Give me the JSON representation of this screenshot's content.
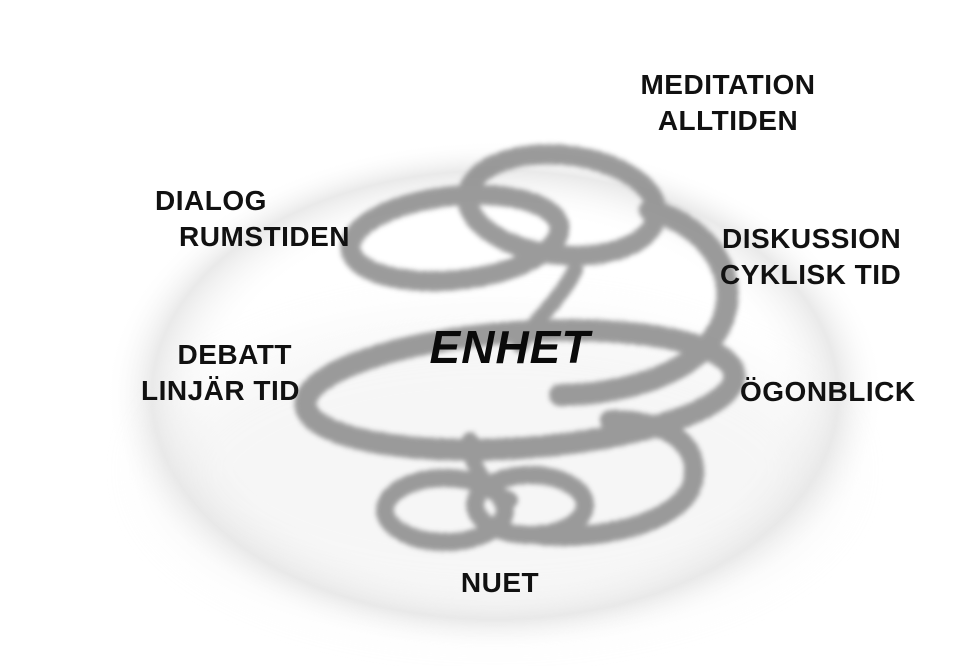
{
  "diagram": {
    "center": "ENHET",
    "labels": {
      "meditation": [
        "MEDITATION",
        "ALLTIDEN"
      ],
      "dialog": [
        "DIALOG",
        "RUMSTIDEN"
      ],
      "diskussion": [
        "DISKUSSION",
        "CYKLISK TID"
      ],
      "debatt": [
        "DEBATT",
        "LINJÄR TID"
      ],
      "ogonblick": [
        "ÖGONBLICK"
      ],
      "nuet": [
        "NUET"
      ]
    },
    "colors": {
      "loop": "#8a8a8a",
      "sphere_shadow": "#d9d9d9",
      "text": "#111111"
    }
  }
}
